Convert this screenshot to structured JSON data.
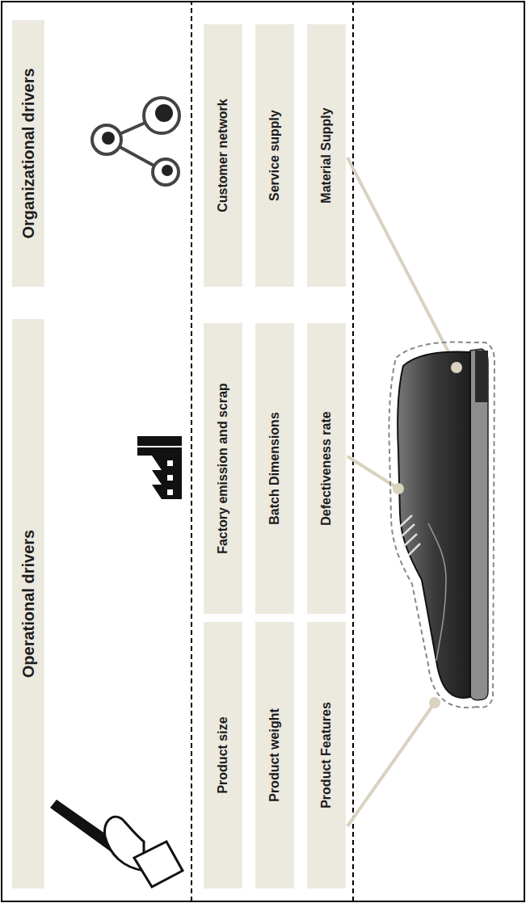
{
  "diagram": {
    "nodes": [
      {
        "text": [
          "Operational drivers"
        ]
      },
      {
        "text": [
          "Organizational drivers"
        ]
      },
      {
        "text": [
          "Product size"
        ]
      },
      {
        "text": [
          "Product weight"
        ]
      },
      {
        "text": [
          "Product Features"
        ]
      },
      {
        "text": [
          "Factory emission and scrap"
        ]
      },
      {
        "text": [
          "Batch Dimensions"
        ]
      },
      {
        "text": [
          "Defectiveness rate"
        ]
      },
      {
        "text": [
          "Customer network"
        ]
      },
      {
        "text": [
          "Service supply"
        ]
      },
      {
        "text": [
          "Material Supply"
        ]
      }
    ]
  }
}
